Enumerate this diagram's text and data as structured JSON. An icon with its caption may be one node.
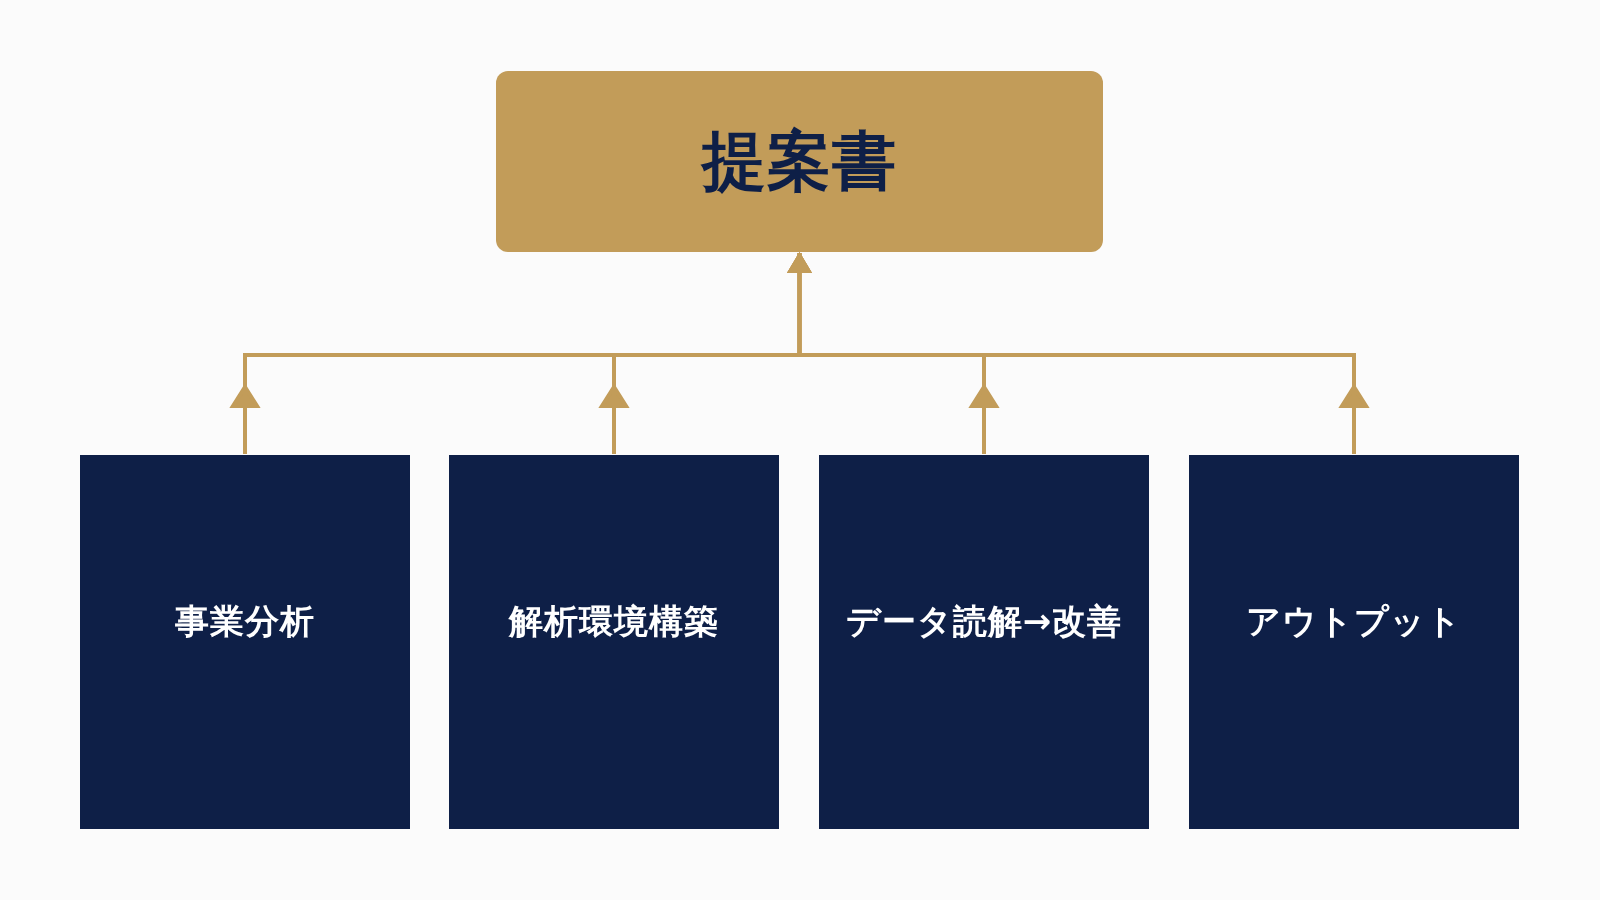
{
  "diagram": {
    "nodes": [
      {
        "text": [
          "提案書"
        ]
      },
      {
        "text": [
          "事業分析"
        ]
      },
      {
        "text": [
          "解析環境構築"
        ]
      },
      {
        "text": [
          "データ読解→改善"
        ]
      },
      {
        "text": [
          "アウトプット"
        ]
      }
    ],
    "edges": [
      {
        "from": 1,
        "to": 0,
        "arrow": "to"
      },
      {
        "from": 2,
        "to": 0,
        "arrow": "to"
      },
      {
        "from": 3,
        "to": 0,
        "arrow": "to"
      },
      {
        "from": 4,
        "to": 0,
        "arrow": "to"
      }
    ]
  }
}
